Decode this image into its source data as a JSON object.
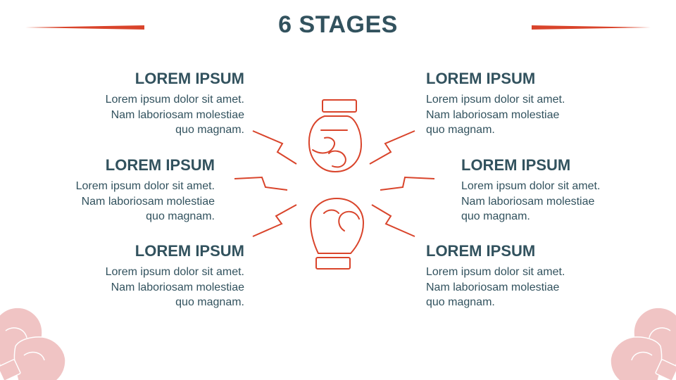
{
  "title": "6 STAGES",
  "stages": [
    {
      "heading": "LOREM IPSUM",
      "text": "Lorem ipsum dolor sit amet. Nam laboriosam molestiae quo magnam."
    },
    {
      "heading": "LOREM IPSUM",
      "text": "Lorem ipsum dolor sit amet. Nam laboriosam molestiae quo magnam."
    },
    {
      "heading": "LOREM IPSUM",
      "text": "Lorem ipsum dolor sit amet. Nam laboriosam molestiae quo magnam."
    },
    {
      "heading": "LOREM IPSUM",
      "text": "Lorem ipsum dolor sit amet. Nam laboriosam molestiae quo magnam."
    },
    {
      "heading": "LOREM IPSUM",
      "text": "Lorem ipsum dolor sit amet. Nam laboriosam molestiae quo magnam."
    },
    {
      "heading": "LOREM IPSUM",
      "text": "Lorem ipsum dolor sit amet. Nam laboriosam molestiae quo magnam."
    }
  ],
  "icons": {
    "center": "boxing-gloves-icon",
    "corners": "boxing-glove-icon"
  },
  "colors": {
    "text": "#32525e",
    "accent": "#d9442b",
    "decor": "#f0c4c4",
    "background": "#ffffff"
  }
}
